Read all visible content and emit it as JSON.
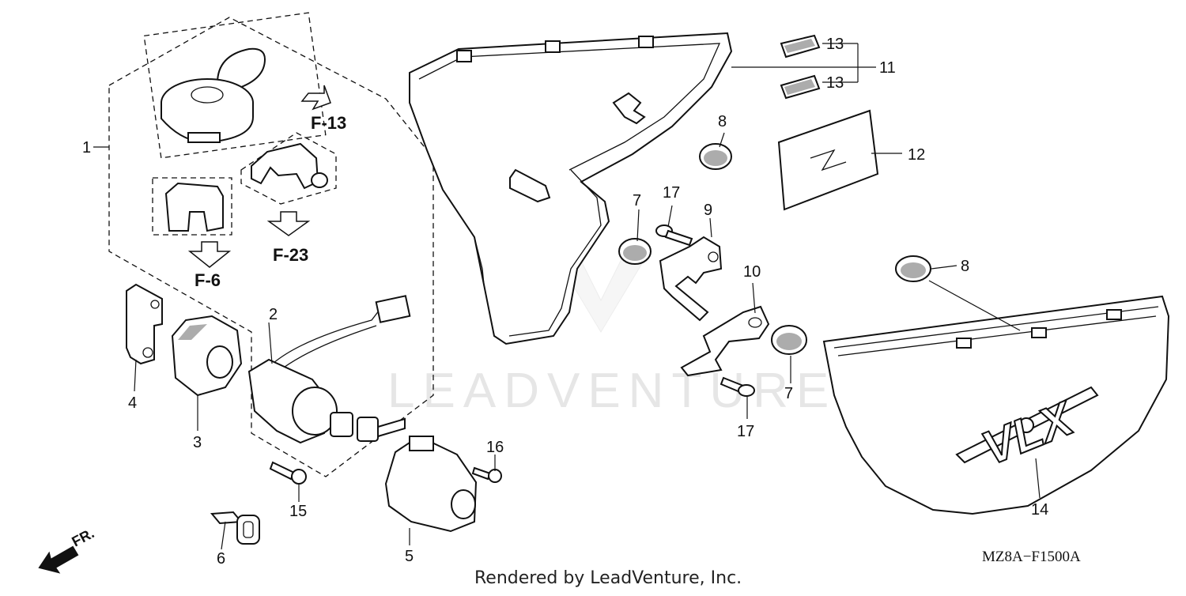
{
  "diagram": {
    "watermark": "LEADVENTURE",
    "credit": "Rendered by LeadVenture, Inc.",
    "diagram_code": "MZ8A−F1500A",
    "front_label": "FR.",
    "emblem_text": "VLX",
    "references": [
      "F-13",
      "F-23",
      "F-6"
    ],
    "callouts": [
      "1",
      "2",
      "3",
      "4",
      "5",
      "6",
      "7",
      "7",
      "8",
      "8",
      "9",
      "10",
      "11",
      "12",
      "13",
      "13",
      "14",
      "15",
      "16",
      "17",
      "17"
    ]
  }
}
